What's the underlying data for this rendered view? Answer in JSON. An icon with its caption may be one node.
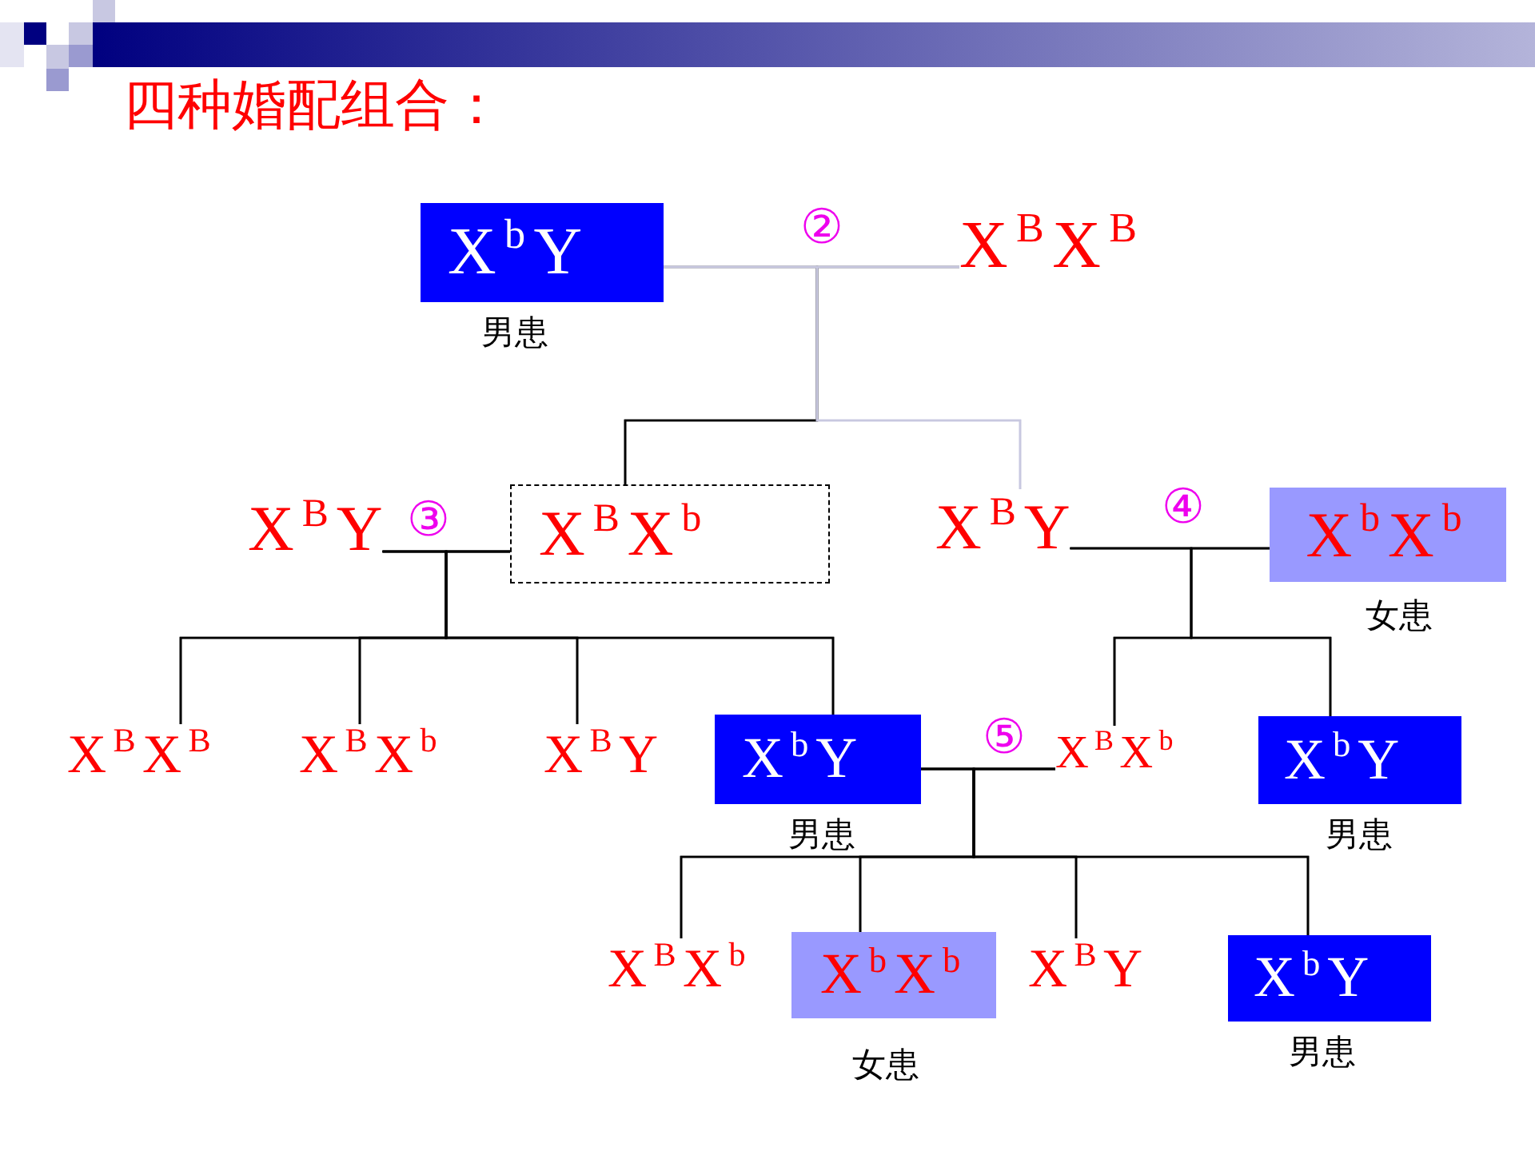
{
  "diagram": {
    "title": "四种婚配组合：",
    "nodes": [
      {
        "text": [
          "X$^{b}$Y"
        ],
        "beside": [
          "男患"
        ]
      },
      {
        "text": [
          "X$^{B}$X$^{B}$"
        ]
      },
      {
        "text": [
          "X$^{B}$Y"
        ]
      },
      {
        "text": [
          "X$^{B}$X$^{b}$"
        ]
      },
      {
        "text": [
          "X$^{B}$Y"
        ]
      },
      {
        "text": [
          "X$^{b}$X$^{b}$"
        ],
        "beside": [
          "女患"
        ]
      },
      {
        "text": [
          "X$^{B}$X$^{B}$"
        ]
      },
      {
        "text": [
          "X$^{B}$X$^{b}$"
        ]
      },
      {
        "text": [
          "X$^{B}$Y"
        ]
      },
      {
        "text": [
          "X$^{b}$Y"
        ],
        "beside": [
          "男患"
        ]
      },
      {
        "text": [
          "X$^{B}$X$^{b}$"
        ]
      },
      {
        "text": [
          "X$^{b}$Y"
        ],
        "beside": [
          "男患"
        ]
      },
      {
        "text": [
          "X$^{B}$X$^{b}$"
        ]
      },
      {
        "text": [
          "X$^{b}$X$^{b}$"
        ],
        "beside": [
          "女患"
        ]
      },
      {
        "text": [
          "X$^{B}$Y"
        ]
      },
      {
        "text": [
          "X$^{b}$Y"
        ],
        "beside": [
          "男患"
        ]
      }
    ],
    "edges": [
      {
        "from": 0,
        "to": 1,
        "arrow": "none",
        "label": "②",
        "color": "#c8c8e0"
      },
      {
        "from": 0,
        "to": 3,
        "arrow": "none"
      },
      {
        "from": 1,
        "to": 3,
        "arrow": "none"
      },
      {
        "from": 0,
        "to": 4,
        "arrow": "none",
        "color": "#c8c8e0"
      },
      {
        "from": 1,
        "to": 4,
        "arrow": "none",
        "color": "#c8c8e0"
      },
      {
        "from": 2,
        "to": 3,
        "arrow": "none",
        "label": "③"
      },
      {
        "from": 2,
        "to": 6,
        "arrow": "none"
      },
      {
        "from": 3,
        "to": 6,
        "arrow": "none"
      },
      {
        "from": 2,
        "to": 7,
        "arrow": "none"
      },
      {
        "from": 3,
        "to": 7,
        "arrow": "none"
      },
      {
        "from": 2,
        "to": 8,
        "arrow": "none"
      },
      {
        "from": 3,
        "to": 8,
        "arrow": "none"
      },
      {
        "from": 2,
        "to": 9,
        "arrow": "none"
      },
      {
        "from": 3,
        "to": 9,
        "arrow": "none"
      },
      {
        "from": 4,
        "to": 5,
        "arrow": "none",
        "label": "④"
      },
      {
        "from": 4,
        "to": 10,
        "arrow": "none"
      },
      {
        "from": 5,
        "to": 10,
        "arrow": "none"
      },
      {
        "from": 4,
        "to": 11,
        "arrow": "none"
      },
      {
        "from": 5,
        "to": 11,
        "arrow": "none"
      },
      {
        "from": 9,
        "to": 10,
        "arrow": "none",
        "label": "⑤"
      },
      {
        "from": 9,
        "to": 12,
        "arrow": "none"
      },
      {
        "from": 10,
        "to": 12,
        "arrow": "none"
      },
      {
        "from": 9,
        "to": 13,
        "arrow": "none"
      },
      {
        "from": 10,
        "to": 13,
        "arrow": "none"
      },
      {
        "from": 9,
        "to": 14,
        "arrow": "none"
      },
      {
        "from": 10,
        "to": 14,
        "arrow": "none"
      },
      {
        "from": 9,
        "to": 15,
        "arrow": "none"
      },
      {
        "from": 10,
        "to": 15,
        "arrow": "none"
      }
    ]
  }
}
